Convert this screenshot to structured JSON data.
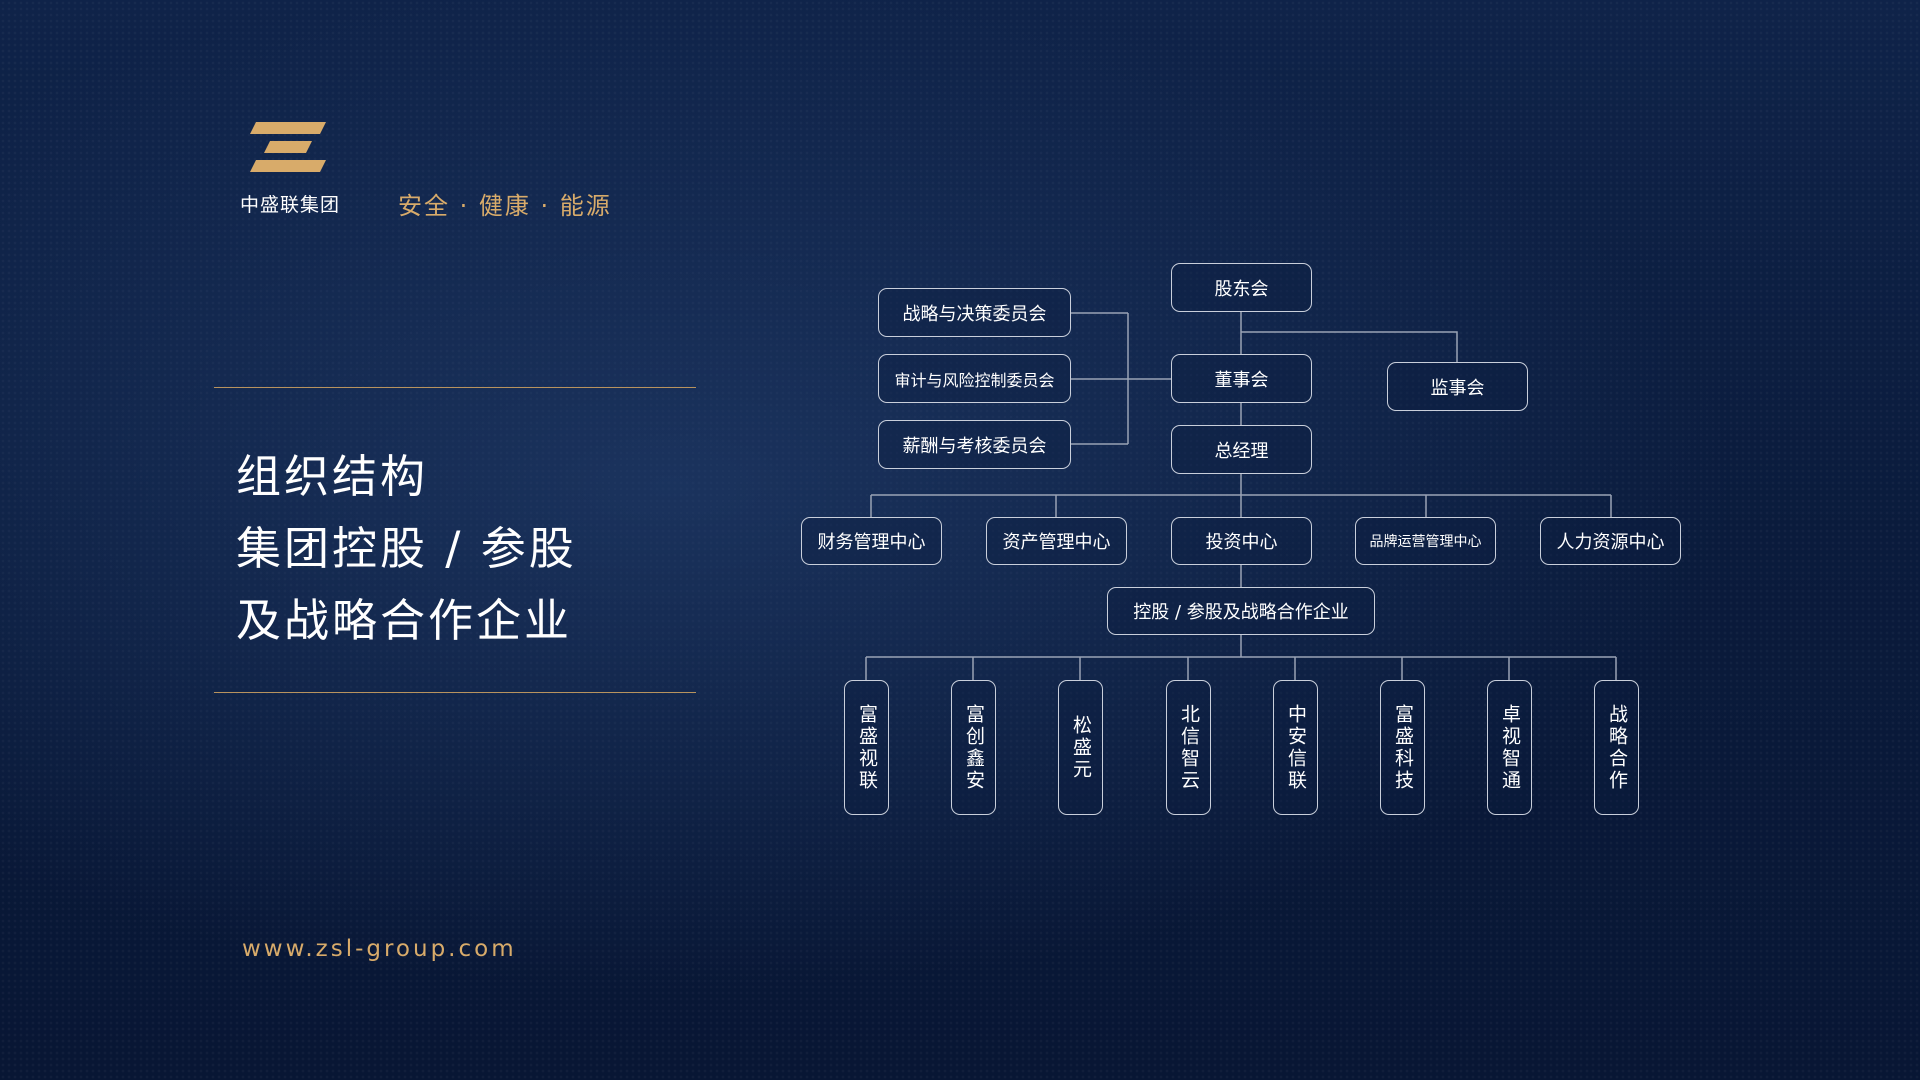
{
  "brand": {
    "company_name": "中盛联集团",
    "slogan": "安全 · 健康 · 能源",
    "logo_icon": "zsl-stripes-logo",
    "accent_color": "#d8ab6a"
  },
  "title": {
    "line1": "组织结构",
    "line2": "集团控股 / 参股",
    "line3": "及战略合作企业"
  },
  "website": "www.zsl-group.com",
  "org_chart": {
    "shareholders": "股东会",
    "board": "董事会",
    "supervisors": "监事会",
    "general_manager": "总经理",
    "committees": [
      "战略与决策委员会",
      "审计与风险控制委员会",
      "薪酬与考核委员会"
    ],
    "centers": [
      "财务管理中心",
      "资产管理中心",
      "投资中心",
      "品牌运营管理中心",
      "人力资源中心"
    ],
    "holdings_group": "控股 / 参股及战略合作企业",
    "companies": [
      "富盛视联",
      "富创鑫安",
      "松盛元",
      "北信智云",
      "中安信联",
      "富盛科技",
      "卓视智通",
      "战略合作"
    ]
  }
}
